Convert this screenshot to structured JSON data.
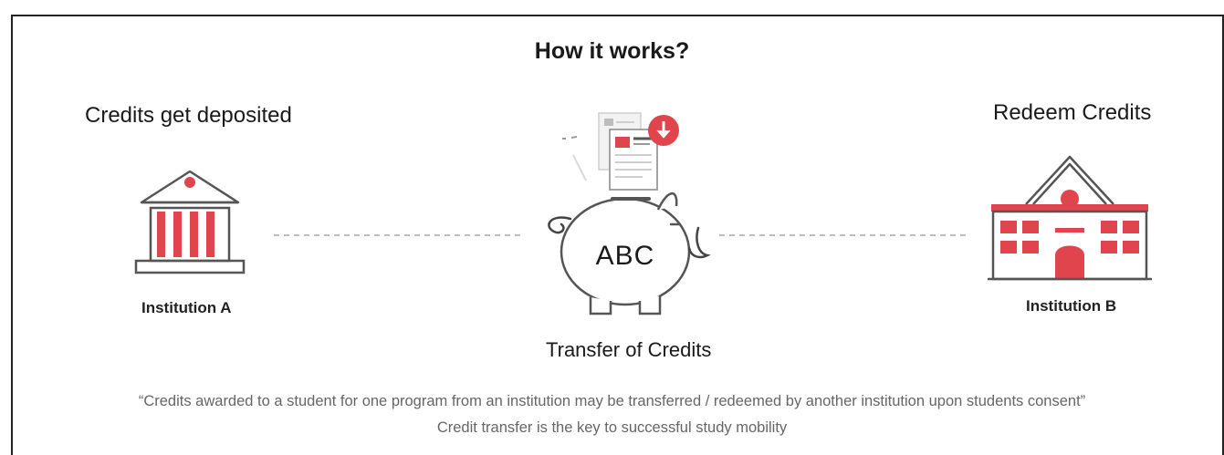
{
  "title": "How it works?",
  "left": {
    "heading": "Credits get deposited",
    "label": "Institution A",
    "icon": "bank-building-icon"
  },
  "center": {
    "piggy_text": "ABC",
    "label": "Transfer of Credits",
    "icon": "piggy-bank-icon",
    "document_icon": "document-download-icon"
  },
  "right": {
    "heading": "Redeem Credits",
    "label": "Institution B",
    "icon": "school-building-icon"
  },
  "quote": "“Credits awarded to a student for one program from an institution may be transferred / redeemed by another institution upon students consent”",
  "tagline": "Credit transfer is the key to successful study mobility",
  "colors": {
    "accent": "#e0454d",
    "outline": "#555555",
    "text": "#1a1a1a",
    "muted": "#666666",
    "connector": "#bdbdbd"
  }
}
